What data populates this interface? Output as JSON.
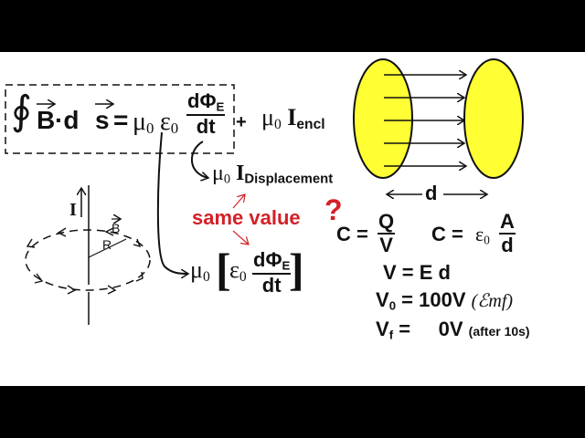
{
  "equation": {
    "integral": "∮",
    "lhs_b": "B",
    "lhs_dot": "·d",
    "lhs_s": "s",
    "equals": "=",
    "mu": "μ",
    "epsilon": "ε",
    "zero": "0",
    "frac_num": "dΦ",
    "frac_num_sub": "E",
    "frac_den": "dt",
    "plus": "+",
    "current": "I",
    "current_sub": "encl"
  },
  "displacement": {
    "mu": "μ",
    "zero": "0",
    "current": "I",
    "current_sub": "Displacement"
  },
  "annotation": {
    "same_value": "same value",
    "question_mark": "?"
  },
  "bracket_term": {
    "mu": "μ",
    "zero": "0",
    "open": "[",
    "epsilon": "ε",
    "frac_num": "dΦ",
    "frac_num_sub": "E",
    "frac_den": "dt",
    "close": "]"
  },
  "wire_diagram": {
    "current_label": "I",
    "field_label": "B",
    "radius_label": "R"
  },
  "capacitor": {
    "gap_label": "d"
  },
  "formulas": {
    "c_q_v": {
      "lhs": "C =",
      "num": "Q",
      "den": "V"
    },
    "c_eps_a_d": {
      "lhs": "C =",
      "eps": "ε",
      "zero": "0",
      "num": "A",
      "den": "d"
    },
    "v_ed": "V = E d",
    "v0": {
      "label": "V",
      "sub": "0",
      "value": "= 100V",
      "note": "(ℰmf)"
    },
    "vf": {
      "label": "V",
      "sub": "f",
      "value": "=     0V",
      "note": "(after 10s)"
    }
  },
  "colors": {
    "accent_red": "#d42027",
    "plate_yellow": "#ffff33"
  }
}
